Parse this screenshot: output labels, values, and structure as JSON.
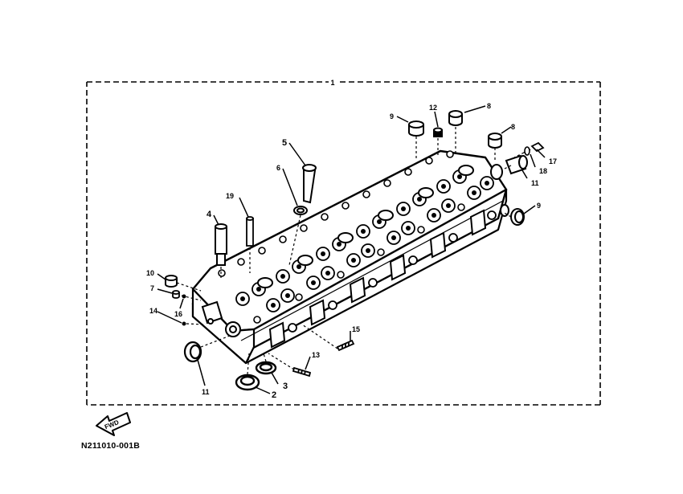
{
  "diagram": {
    "frame_label": "1",
    "drawing_code": "N211010-001B",
    "direction_marker": "FWD",
    "callouts": [
      {
        "id": "c2",
        "text": "2"
      },
      {
        "id": "c3",
        "text": "3"
      },
      {
        "id": "c4",
        "text": "4"
      },
      {
        "id": "c5",
        "text": "5"
      },
      {
        "id": "c6",
        "text": "6"
      },
      {
        "id": "c7",
        "text": "7"
      },
      {
        "id": "c8a",
        "text": "8"
      },
      {
        "id": "c8b",
        "text": "8"
      },
      {
        "id": "c9a",
        "text": "9"
      },
      {
        "id": "c9b",
        "text": "9"
      },
      {
        "id": "c10",
        "text": "10"
      },
      {
        "id": "c11a",
        "text": "11"
      },
      {
        "id": "c11b",
        "text": "11"
      },
      {
        "id": "c12",
        "text": "12"
      },
      {
        "id": "c13",
        "text": "13"
      },
      {
        "id": "c14",
        "text": "14"
      },
      {
        "id": "c15",
        "text": "15"
      },
      {
        "id": "c16",
        "text": "16"
      },
      {
        "id": "c17",
        "text": "17"
      },
      {
        "id": "c18",
        "text": "18"
      },
      {
        "id": "c19",
        "text": "19"
      }
    ]
  }
}
